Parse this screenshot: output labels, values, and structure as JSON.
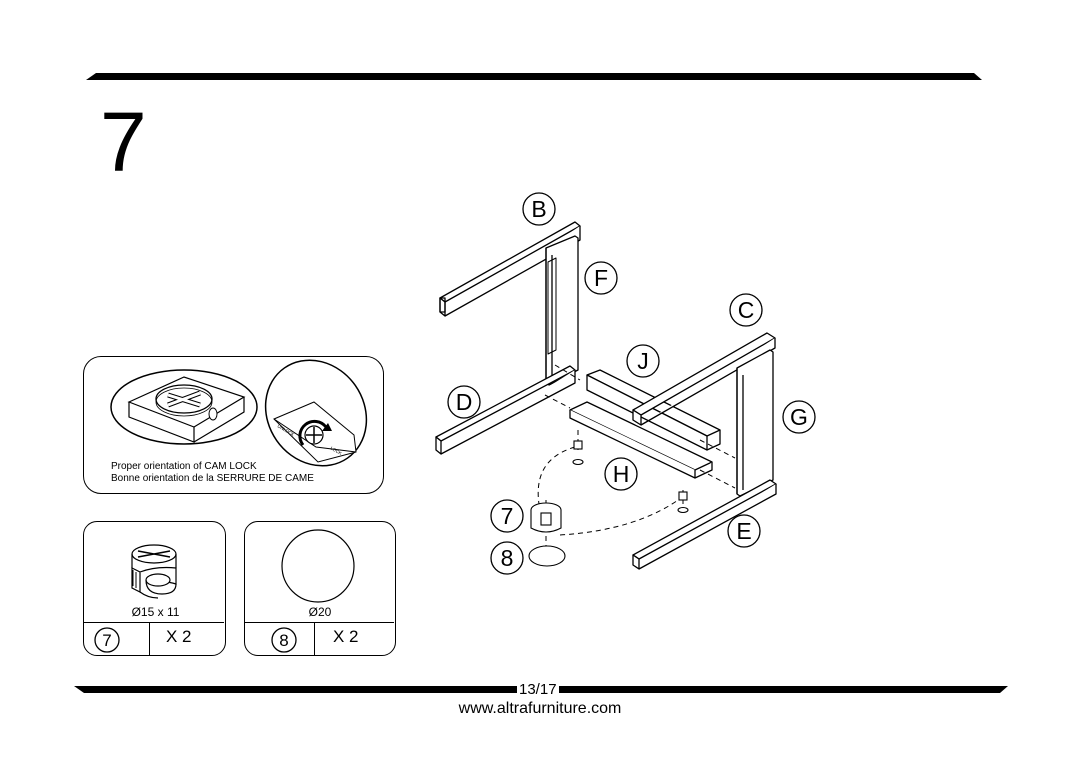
{
  "step": {
    "number": "7"
  },
  "cam_note": {
    "line1": "Proper orientation of CAM LOCK",
    "line2": "Bonne orientation de la SERRURE DE CAME",
    "unlock_text": "UNLOCK",
    "lock_text": "LOCK"
  },
  "hardware": [
    {
      "id": "7",
      "dimension": "Ø15 x 11",
      "quantity": "X 2"
    },
    {
      "id": "8",
      "dimension": "Ø20",
      "quantity": "X 2"
    }
  ],
  "callouts": {
    "B": "B",
    "C": "C",
    "D": "D",
    "E": "E",
    "F": "F",
    "G": "G",
    "H": "H",
    "J": "J",
    "seven": "7",
    "eight": "8"
  },
  "footer": {
    "page": "13/17",
    "website": "www.altrafurniture.com"
  }
}
